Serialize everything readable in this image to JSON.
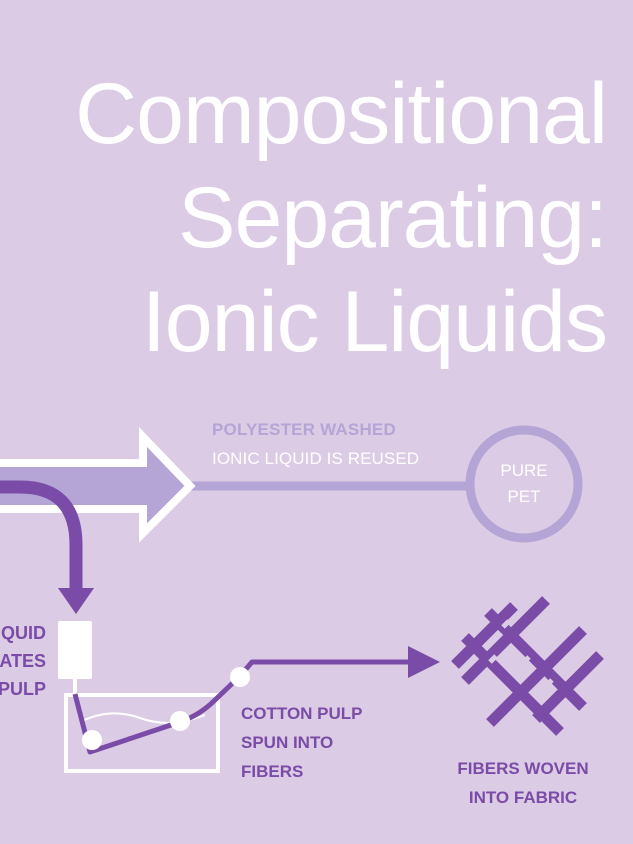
{
  "title": {
    "lines": [
      "Compositional",
      "Separating:",
      "Ionic Liquids"
    ]
  },
  "labels": {
    "polyester_washed": "POLYESTER WASHED",
    "ionic_liquid_reused": "IONIC LIQUID IS REUSED",
    "pure_pet": [
      "PURE",
      "PET"
    ],
    "left_partial": [
      "QUID",
      "ATES",
      "PULP"
    ],
    "cotton_pulp": [
      "COTTON PULP",
      "SPUN INTO",
      "FIBERS"
    ],
    "fibers_woven": [
      "FIBERS WOVEN",
      "INTO FABRIC"
    ]
  },
  "icons": {
    "main_arrow": "right-arrow-icon",
    "down_arrow": "down-arrow-icon",
    "nozzle": "spinneret-icon",
    "bath": "spinning-bath-icon",
    "fabric": "woven-fabric-icon",
    "pet_circle": "pet-circle-icon"
  },
  "colors": {
    "background": "#dccbe5",
    "light_purple": "#b5a4d6",
    "dark_purple": "#7a4ba7",
    "white": "#ffffff"
  }
}
